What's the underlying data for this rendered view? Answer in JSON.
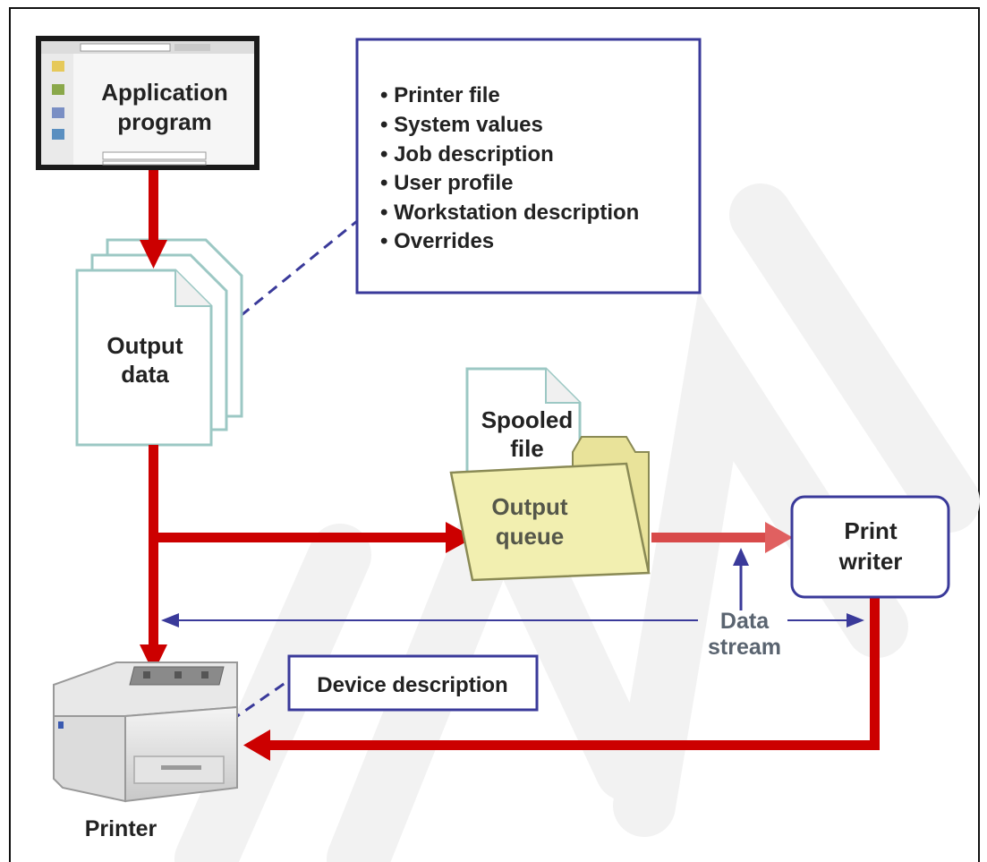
{
  "application_program": {
    "line1": "Application",
    "line2": "program"
  },
  "attributes_box": {
    "items": [
      "• Printer file",
      "• System values",
      "• Job description",
      "• User profile",
      "• Workstation description",
      "• Overrides"
    ]
  },
  "output_data": {
    "line1": "Output",
    "line2": "data"
  },
  "spooled_file": {
    "line1": "Spooled",
    "line2": "file"
  },
  "output_queue": {
    "line1": "Output",
    "line2": "queue"
  },
  "print_writer": {
    "line1": "Print",
    "line2": "writer"
  },
  "data_stream": {
    "line1": "Data",
    "line2": "stream"
  },
  "device_description": {
    "label": "Device description"
  },
  "printer": {
    "label": "Printer"
  },
  "colors": {
    "flow_arrow": "#cc0000",
    "box_border": "#3a3a9a",
    "folder": "#f2efb0",
    "document_border": "#9cc8c4"
  }
}
